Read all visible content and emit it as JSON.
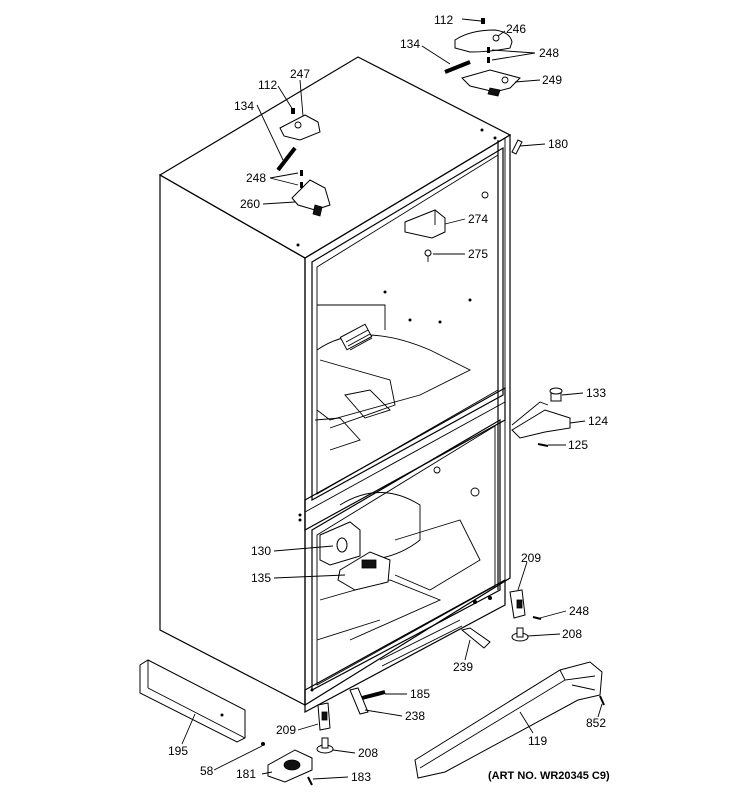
{
  "callouts": [
    {
      "id": "112a",
      "text": "112"
    },
    {
      "id": "246",
      "text": "246"
    },
    {
      "id": "134a",
      "text": "134"
    },
    {
      "id": "248a",
      "text": "248"
    },
    {
      "id": "249",
      "text": "249"
    },
    {
      "id": "112b",
      "text": "112"
    },
    {
      "id": "247",
      "text": "247"
    },
    {
      "id": "134b",
      "text": "134"
    },
    {
      "id": "180",
      "text": "180"
    },
    {
      "id": "248b",
      "text": "248"
    },
    {
      "id": "260",
      "text": "260"
    },
    {
      "id": "274",
      "text": "274"
    },
    {
      "id": "275",
      "text": "275"
    },
    {
      "id": "133",
      "text": "133"
    },
    {
      "id": "124",
      "text": "124"
    },
    {
      "id": "125",
      "text": "125"
    },
    {
      "id": "130",
      "text": "130"
    },
    {
      "id": "135",
      "text": "135"
    },
    {
      "id": "209a",
      "text": "209"
    },
    {
      "id": "248c",
      "text": "248"
    },
    {
      "id": "208a",
      "text": "208"
    },
    {
      "id": "239",
      "text": "239"
    },
    {
      "id": "185",
      "text": "185"
    },
    {
      "id": "238",
      "text": "238"
    },
    {
      "id": "852",
      "text": "852"
    },
    {
      "id": "119",
      "text": "119"
    },
    {
      "id": "195",
      "text": "195"
    },
    {
      "id": "209b",
      "text": "209"
    },
    {
      "id": "208b",
      "text": "208"
    },
    {
      "id": "58",
      "text": "58"
    },
    {
      "id": "181",
      "text": "181"
    },
    {
      "id": "183",
      "text": "183"
    }
  ],
  "art_number": "(ART NO. WR20345 C9)"
}
